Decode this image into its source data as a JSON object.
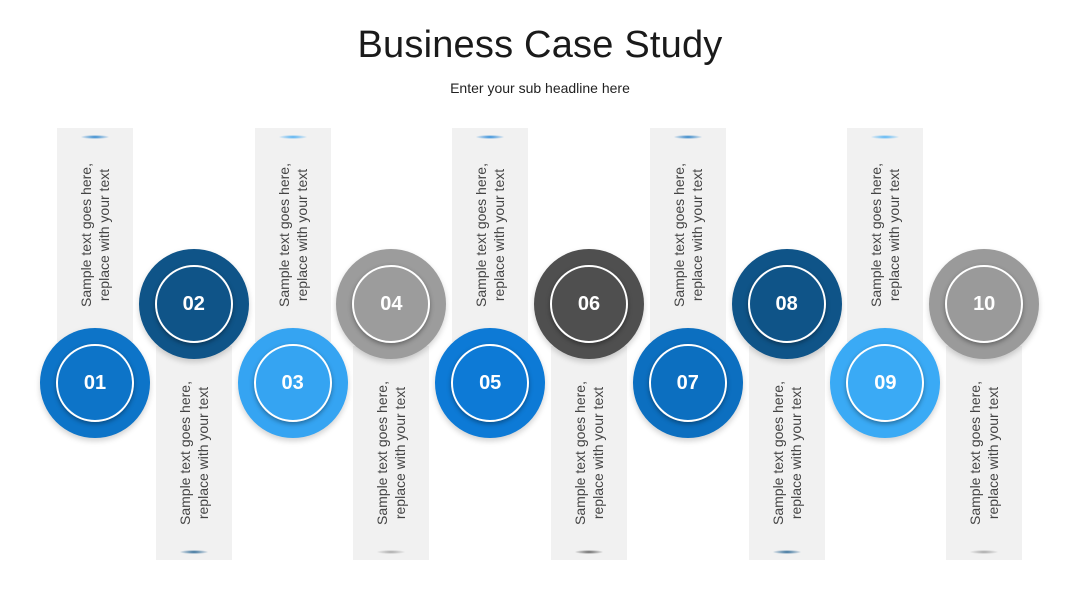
{
  "title": "Business Case Study",
  "subtitle": "Enter your sub headline here",
  "colors": {
    "strip_background": "#f1f1f1",
    "title_text": "#1a1a1a",
    "body_text": "#444444"
  },
  "steps": [
    {
      "number": "01",
      "text": "Sample text goes here, replace with your text",
      "color": "#0d74c8"
    },
    {
      "number": "02",
      "text": "Sample text goes here, replace with your text",
      "color": "#0f5488"
    },
    {
      "number": "03",
      "text": "Sample text goes here, replace with your text",
      "color": "#35a4f2"
    },
    {
      "number": "04",
      "text": "Sample text goes here, replace with your text",
      "color": "#9c9c9c"
    },
    {
      "number": "05",
      "text": "Sample text goes here, replace with your text",
      "color": "#0d7ad6"
    },
    {
      "number": "06",
      "text": "Sample text goes here, replace with your text",
      "color": "#4f4f4f"
    },
    {
      "number": "07",
      "text": "Sample text goes here, replace with your text",
      "color": "#0c6fc0"
    },
    {
      "number": "08",
      "text": "Sample text goes here, replace with your text",
      "color": "#0f5488"
    },
    {
      "number": "09",
      "text": "Sample text goes here, replace with your text",
      "color": "#3aaaf5"
    },
    {
      "number": "10",
      "text": "Sample text goes here, replace with your text",
      "color": "#9a9a9a"
    }
  ]
}
